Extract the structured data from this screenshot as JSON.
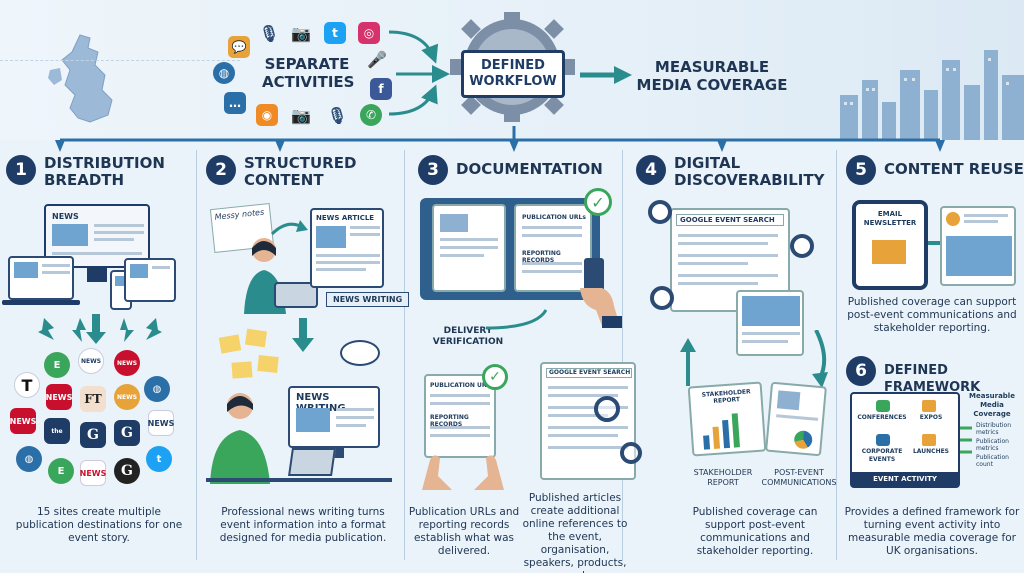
{
  "header": {
    "separate_activities": "SEPARATE ACTIVITIES",
    "defined_workflow": "DEFINED WORKFLOW",
    "measurable_media_coverage": "MEASURABLE MEDIA COVERAGE"
  },
  "steps": [
    {
      "number": "1",
      "title": "DISTRIBUTION BREADTH",
      "desc": "15 sites create multiple publication destinations for one event story.",
      "screen_label": "NEWS"
    },
    {
      "number": "2",
      "title": "STRUCTURED CONTENT",
      "desc": "Professional news writing turns event information into a format designed for media publication.",
      "notes_label": "Messy notes",
      "article_label": "NEWS ARTICLE",
      "writing_label": "NEWS WRITING",
      "writing_label2": "NEWS WRITING"
    },
    {
      "number": "3",
      "title": "DOCUMENTATION",
      "desc": "Publication URLs and reporting records establish what was delivered.",
      "binder_urls": "PUBLICATION URLs",
      "binder_records": "REPORTING RECORDS",
      "delivery": "DELIVERY VERIFICATION",
      "paper_urls": "PUBLICATION URLs",
      "paper_records": "REPORTING RECORDS",
      "search_label": "GOOGLE EVENT SEARCH",
      "desc2": "Published articles create additional online references to the event, organisation, speakers, products, and announcements."
    },
    {
      "number": "4",
      "title": "DIGITAL DISCOVERABILITY",
      "search_label": "GOOGLE EVENT SEARCH",
      "stakeholder_label": "STAKEHOLDER REPORT",
      "stakeholder_caption": "STAKEHOLDER REPORT",
      "post_event_caption": "POST-EVENT COMMUNICATIONS",
      "desc": "Published coverage can support post-event communications and stakeholder reporting."
    },
    {
      "number": "5",
      "title": "CONTENT REUSE",
      "email_label": "EMAIL NEWSLETTER",
      "desc": "Published coverage can support post-event communications and stakeholder reporting."
    },
    {
      "number": "6",
      "title": "DEFINED FRAMEWORK",
      "items": [
        "CONFERENCES",
        "EXPOS",
        "CORPORATE EVENTS",
        "LAUNCHES"
      ],
      "event_activity": "EVENT ACTIVITY",
      "coverage_title": "Measurable Media Coverage",
      "metrics": [
        "Distribution metrics",
        "Publication metrics",
        "Publication count"
      ],
      "desc": "Provides a defined framework for turning event activity into measurable media coverage for UK organisations."
    }
  ],
  "publishers": [
    {
      "label": "T",
      "color": "#111111"
    },
    {
      "label": "NEWS",
      "color": "#c8102e"
    },
    {
      "label": "FT",
      "color": "#f2dfce"
    },
    {
      "label": "NEWS",
      "color": "#c8102e"
    },
    {
      "label": "G",
      "color": "#1f3c66"
    },
    {
      "label": "G",
      "color": "#1f3c66"
    },
    {
      "label": "NEWS",
      "color": "#ffffff"
    },
    {
      "label": "E",
      "color": "#3a9c5a"
    },
    {
      "label": "NEWS",
      "color": "#ffffff"
    },
    {
      "label": "G",
      "color": "#222222"
    }
  ],
  "colors": {
    "navy": "#1f3c66",
    "teal": "#2a8c8c",
    "accent_green": "#3aa65c",
    "bg": "#eaf3f9"
  }
}
